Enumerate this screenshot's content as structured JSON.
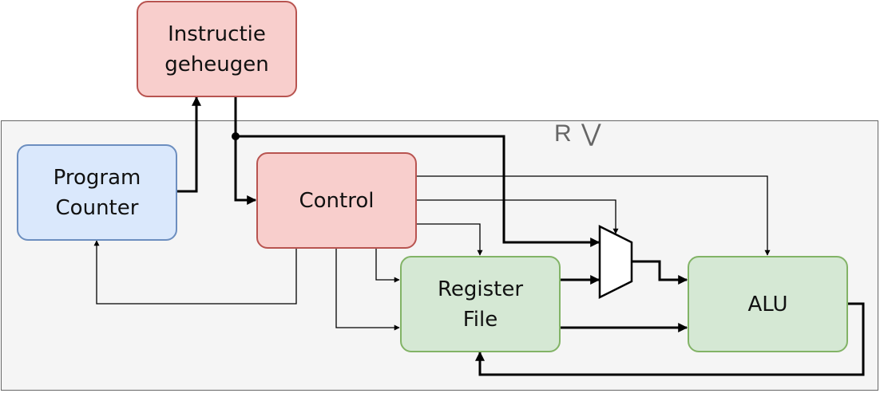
{
  "region": {
    "label": "R ⋁"
  },
  "blocks": {
    "instruction_memory": {
      "label": "Instructie\ngeheugen",
      "color": "#f8cecc",
      "border": "#b85450"
    },
    "program_counter": {
      "label": "Program\nCounter",
      "color": "#dae8fc",
      "border": "#6c8ebf"
    },
    "control": {
      "label": "Control",
      "color": "#f8cecc",
      "border": "#b85450"
    },
    "register_file": {
      "label": "Register\nFile",
      "color": "#d5e8d4",
      "border": "#82b366"
    },
    "alu": {
      "label": "ALU",
      "color": "#d5e8d4",
      "border": "#82b366"
    }
  },
  "mux": {
    "name": "multiplexer"
  }
}
